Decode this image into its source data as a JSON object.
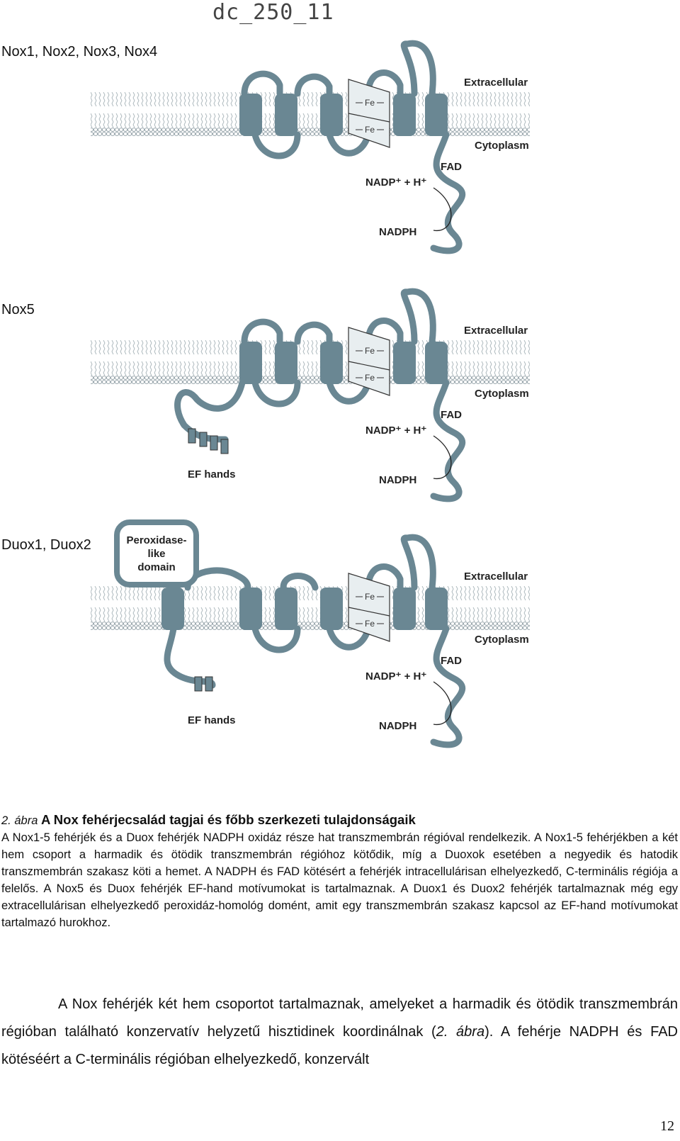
{
  "header": {
    "doc_id": "dc_250_11"
  },
  "panels": [
    {
      "title": "Nox1, Nox2, Nox3, Nox4",
      "extracellular": "Extracellular",
      "cytoplasm": "Cytoplasm",
      "fad": "FAD",
      "nadp": "NADP⁺ + H⁺",
      "nadph": "NADPH",
      "fe1": "Fe",
      "fe2": "Fe"
    },
    {
      "title": "Nox5",
      "extracellular": "Extracellular",
      "cytoplasm": "Cytoplasm",
      "fad": "FAD",
      "nadp": "NADP⁺ + H⁺",
      "nadph": "NADPH",
      "fe1": "Fe",
      "fe2": "Fe",
      "ef_hands": "EF hands"
    },
    {
      "title": "Duox1, Duox2",
      "extracellular": "Extracellular",
      "cytoplasm": "Cytoplasm",
      "fad": "FAD",
      "nadp": "NADP⁺ + H⁺",
      "nadph": "NADPH",
      "fe1": "Fe",
      "fe2": "Fe",
      "ef_hands": "EF hands",
      "peroxidase_line1": "Peroxidase-",
      "peroxidase_line2": "like",
      "peroxidase_line3": "domain"
    }
  ],
  "caption": {
    "figure_number": "2. ábra",
    "figure_title": "A Nox fehérjecsalád tagjai és főbb szerkezeti tulajdonságaik",
    "text": "A Nox1-5 fehérjék és a Duox fehérjék NADPH oxidáz része hat transzmembrán régióval rendelkezik. A Nox1-5 fehérjékben a két hem csoport a harmadik és ötödik transzmembrán régióhoz kötődik, míg a Duoxok esetében a negyedik és hatodik transzmembrán szakasz köti a hemet. A NADPH és FAD kötésért a fehérjék intracellulárisan elhelyezkedő, C-terminális régiója a felelős. A Nox5 és Duox fehérjék EF-hand motívumokat is tartalmaznak. A Duox1 és Duox2 fehérjék tartalmaznak még egy extracellulárisan elhelyezkedő peroxidáz-homológ domént, amit egy transzmembrán szakasz kapcsol az EF-hand motívumokat tartalmazó hurokhoz."
  },
  "body": {
    "p1_start": "A Nox fehérjék két hem csoportot tartalmaznak, amelyeket a harmadik és ötödik transzmembrán régióban található konzervatív helyzetű hisztidinek koordinálnak (",
    "p1_ref": "2. ábra",
    "p1_end": "). A fehérje NADPH és FAD kötéséért a C-terminális régióban elhelyezkedő, konzervált"
  },
  "page_number": "12"
}
